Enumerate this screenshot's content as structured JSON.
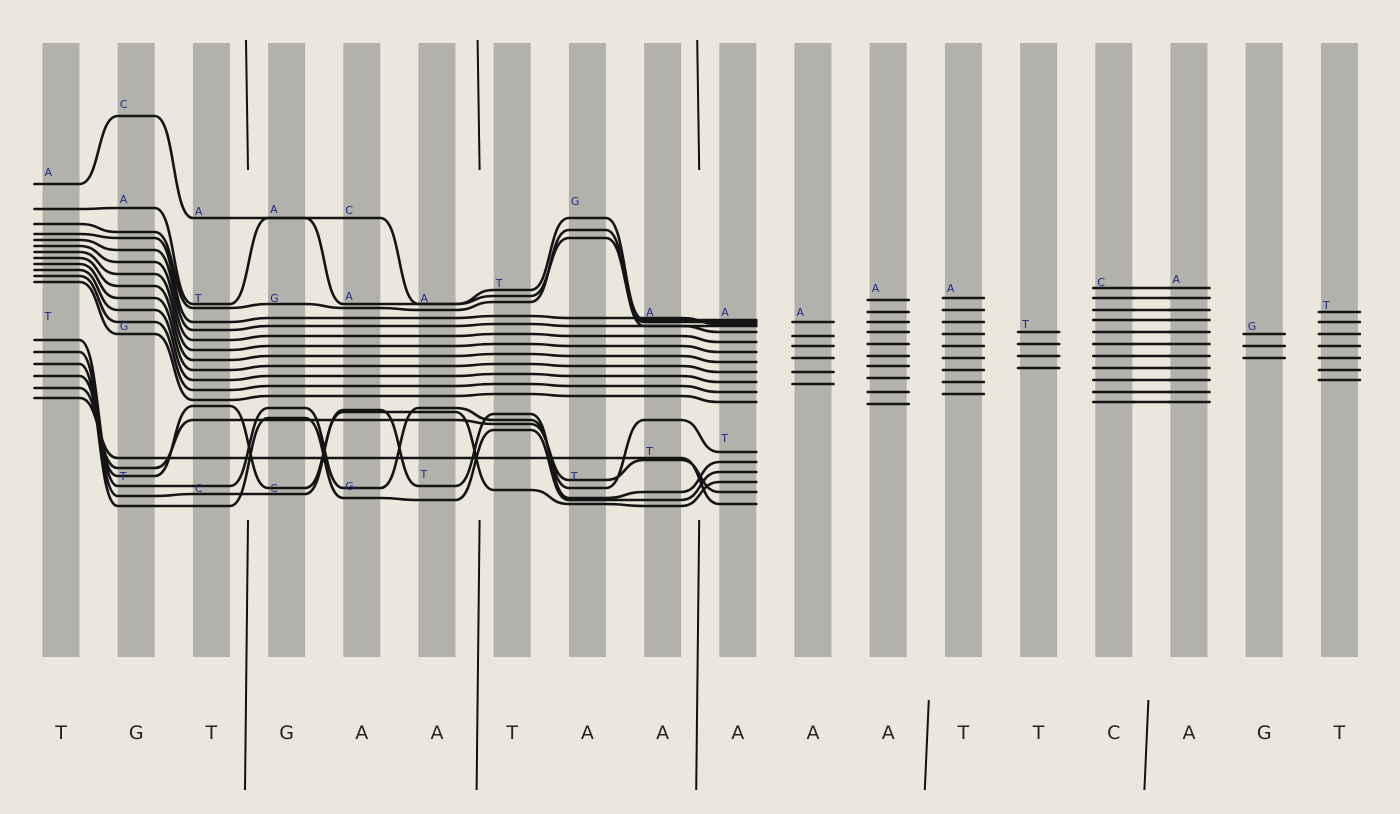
{
  "columns": 18,
  "sequence": [
    "T",
    "G",
    "T",
    "G",
    "A",
    "A",
    "T",
    "A",
    "A",
    "A",
    "A",
    "A",
    "T",
    "T",
    "C",
    "A",
    "G",
    "T"
  ],
  "boundaries_after_column": [
    2,
    5,
    8,
    11,
    14
  ],
  "colors": {
    "paper": "#ebe7dc",
    "column": "#b3b1ab",
    "ink": "#141414",
    "label": "#1f2a8a"
  },
  "top_path": {
    "labels": [
      {
        "col": 0,
        "t": "A"
      },
      {
        "col": 1,
        "t": "C"
      },
      {
        "col": 2,
        "t": "A"
      },
      {
        "col": 3,
        "t": "A"
      },
      {
        "col": 4,
        "t": "C"
      },
      {
        "col": 5,
        "t": "A"
      },
      {
        "col": 6,
        "t": "T"
      },
      {
        "col": 7,
        "t": "G"
      },
      {
        "col": 8,
        "t": "A"
      },
      {
        "col": 9,
        "t": "A"
      },
      {
        "col": 10,
        "t": "A"
      },
      {
        "col": 11,
        "t": "A"
      },
      {
        "col": 12,
        "t": "A"
      }
    ]
  },
  "second_path": {
    "labels": [
      {
        "col": 1,
        "t": "A"
      },
      {
        "col": 2,
        "t": "T"
      },
      {
        "col": 3,
        "t": "G"
      },
      {
        "col": 4,
        "t": "A"
      }
    ]
  },
  "middle_path": {
    "labels": [
      {
        "col": 0,
        "t": "T"
      },
      {
        "col": 1,
        "t": "G"
      },
      {
        "col": 13,
        "t": "T"
      },
      {
        "col": 14,
        "t": "C"
      },
      {
        "col": 15,
        "t": "A"
      },
      {
        "col": 16,
        "t": "G"
      },
      {
        "col": 17,
        "t": "T"
      }
    ]
  },
  "bottom_path": {
    "labels": [
      {
        "col": 1,
        "t": "T"
      },
      {
        "col": 2,
        "t": "C"
      },
      {
        "col": 3,
        "t": "C"
      },
      {
        "col": 4,
        "t": "G"
      },
      {
        "col": 5,
        "t": "T"
      },
      {
        "col": 7,
        "t": "T"
      },
      {
        "col": 8,
        "t": "T"
      },
      {
        "col": 9,
        "t": "T"
      }
    ]
  }
}
